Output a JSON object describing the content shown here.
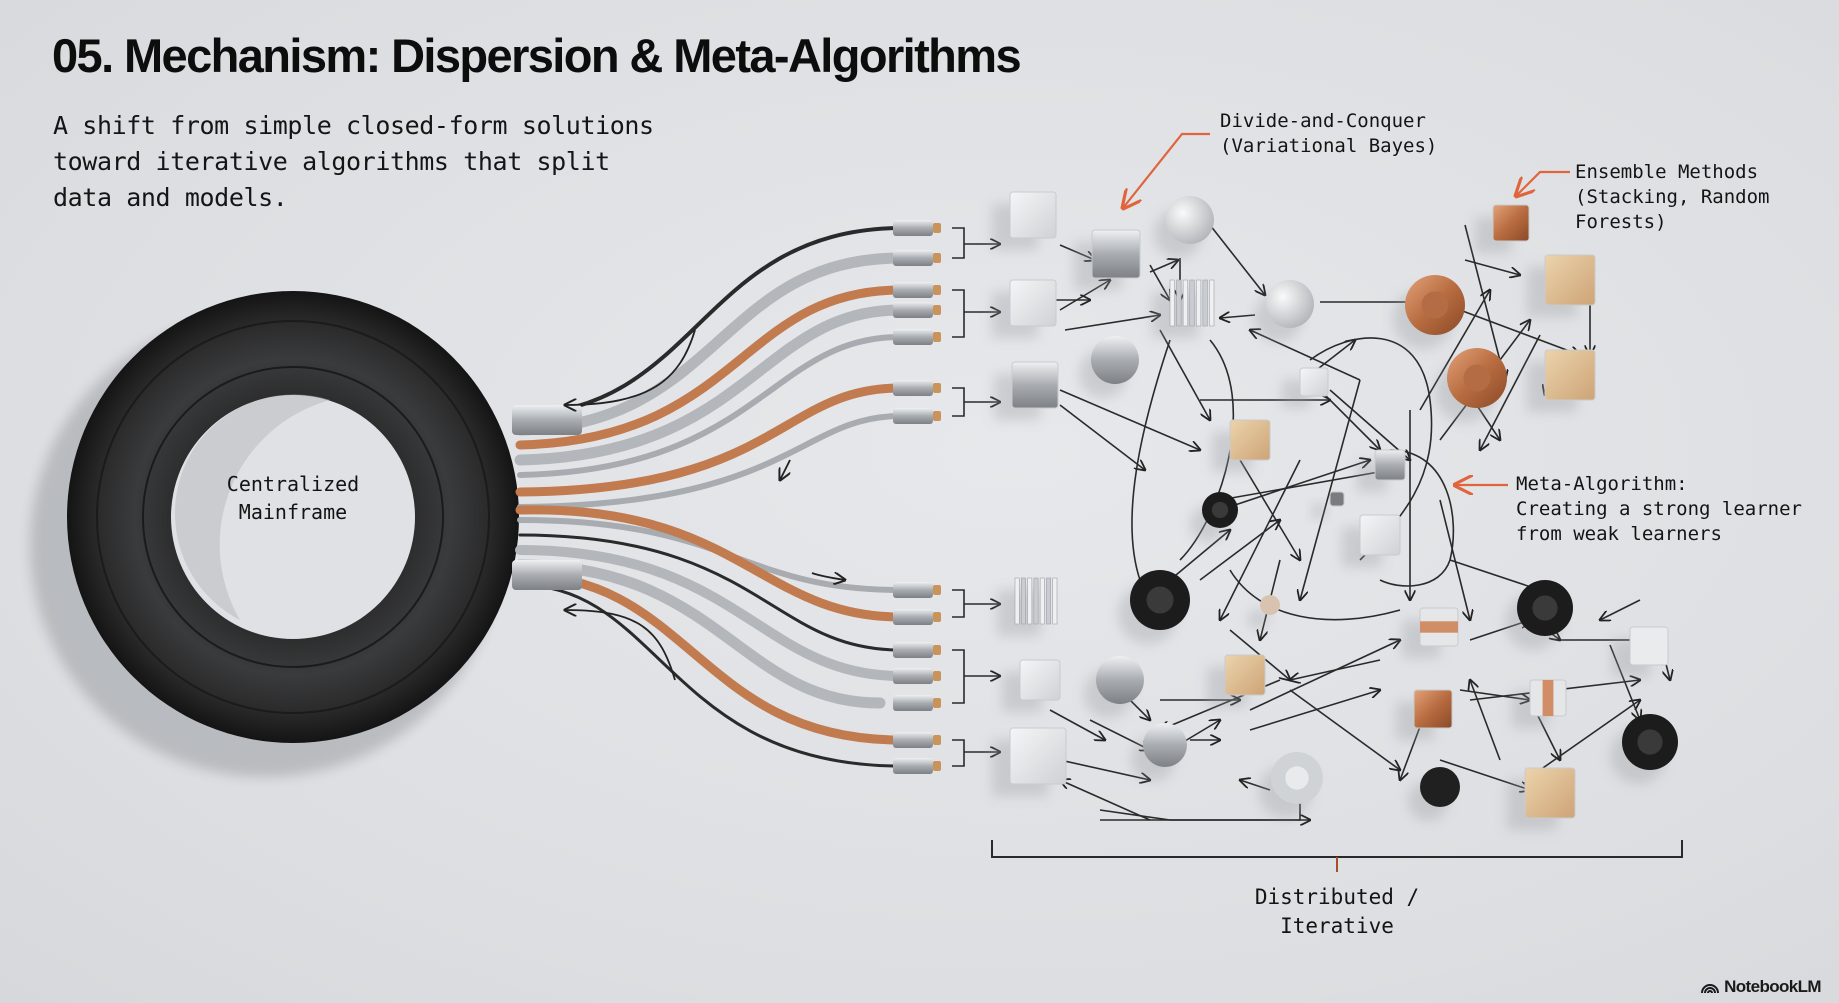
{
  "slide": {
    "title": "05. Mechanism: Dispersion & Meta-Algorithms",
    "subtitle_lines": [
      "A shift from simple closed-form solutions",
      "toward iterative algorithms that split",
      "data and models."
    ]
  },
  "hub": {
    "label_lines": [
      "Centralized",
      "Mainframe"
    ],
    "icon": "tire-ring-icon"
  },
  "annotations": {
    "divide_conquer": {
      "lines": [
        "Divide-and-Conquer",
        "(Variational Bayes)"
      ]
    },
    "ensemble": {
      "lines": [
        "Ensemble Methods",
        "(Stacking, Random",
        "Forests)"
      ]
    },
    "meta_algorithm": {
      "lines": [
        "Meta-Algorithm:",
        "Creating a strong learner",
        "from weak learners"
      ]
    }
  },
  "bracket": {
    "label_lines": [
      "Distributed /",
      "Iterative"
    ]
  },
  "brand": {
    "name": "NotebookLM",
    "icon": "notebooklm-logo-icon"
  },
  "colors": {
    "accent": "#e0643c",
    "background": "#dfe1e4",
    "copper": "#c07a4e",
    "steel": "#b9bcc0",
    "rubber": "#1e1e1f",
    "wood": "#d9b98c",
    "text": "#111111"
  }
}
